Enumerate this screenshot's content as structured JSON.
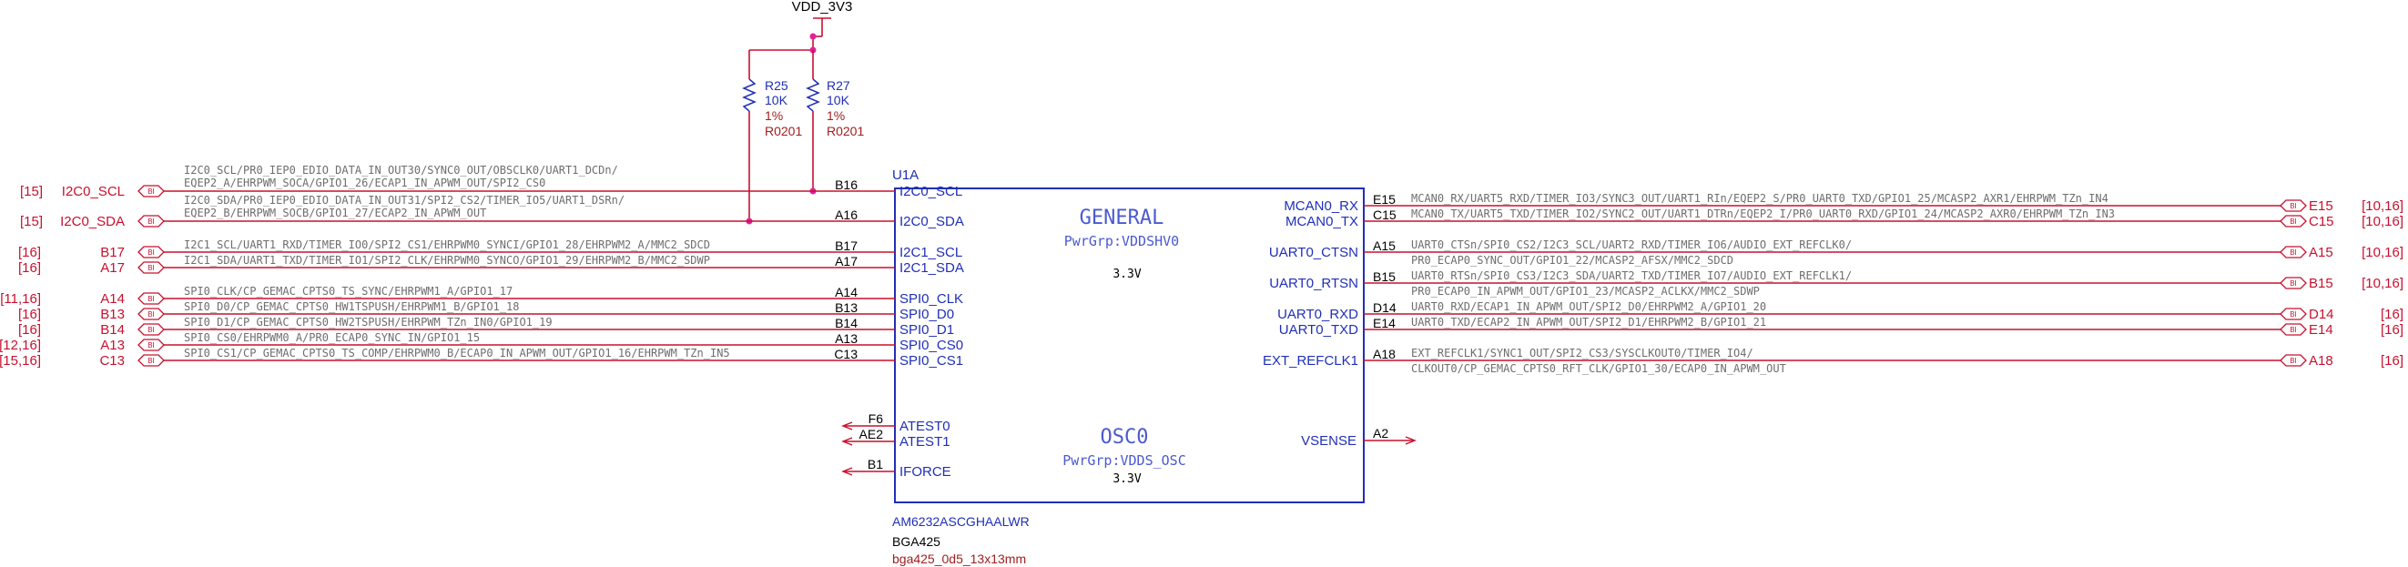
{
  "power": {
    "label": "VDD_3V3"
  },
  "resistors": [
    {
      "ref": "R25",
      "value": "10K",
      "tol": "1%",
      "pkg": "R0201"
    },
    {
      "ref": "R27",
      "value": "10K",
      "tol": "1%",
      "pkg": "R0201"
    }
  ],
  "part": {
    "ref": "U1A",
    "number": "AM6232ASCGHAALWR",
    "package": "BGA425",
    "footprint": "bga425_0d5_13x13mm",
    "block1": {
      "name": "GENERAL",
      "pwrgrp": "PwrGrp:VDDSHV0",
      "voltage": "3.3V"
    },
    "block2": {
      "name": "OSC0",
      "pwrgrp": "PwrGrp:VDDS_OSC",
      "voltage": "3.3V"
    }
  },
  "left_signals": [
    {
      "name": "I2C0_SCL",
      "ref": "[15]",
      "ball": "B16",
      "pin": "I2C0_SCL",
      "mux1": "I2C0_SCL/PR0_IEP0_EDIO_DATA_IN_OUT30/SYNC0_OUT/OBSCLK0/UART1_DCDn/",
      "mux2": "EQEP2_A/EHRPWM_SOCA/GPIO1_26/ECAP1_IN_APWM_OUT/SPI2_CS0"
    },
    {
      "name": "I2C0_SDA",
      "ref": "[15]",
      "ball": "A16",
      "pin": "I2C0_SDA",
      "mux1": "I2C0_SDA/PR0_IEP0_EDIO_DATA_IN_OUT31/SPI2_CS2/TIMER_IO5/UART1_DSRn/",
      "mux2": "EQEP2_B/EHRPWM_SOCB/GPIO1_27/ECAP2_IN_APWM_OUT"
    },
    {
      "name": "B17",
      "ref": "[16]",
      "ball": "B17",
      "pin": "I2C1_SCL",
      "mux1": "I2C1_SCL/UART1_RXD/TIMER_IO0/SPI2_CS1/EHRPWM0_SYNCI/GPIO1_28/EHRPWM2_A/MMC2_SDCD",
      "mux2": ""
    },
    {
      "name": "A17",
      "ref": "[16]",
      "ball": "A17",
      "pin": "I2C1_SDA",
      "mux1": "I2C1_SDA/UART1_TXD/TIMER_IO1/SPI2_CLK/EHRPWM0_SYNCO/GPIO1_29/EHRPWM2_B/MMC2_SDWP",
      "mux2": ""
    },
    {
      "name": "A14",
      "ref": "[11,16]",
      "ball": "A14",
      "pin": "SPI0_CLK",
      "mux1": "SPI0_CLK/CP_GEMAC_CPTS0_TS_SYNC/EHRPWM1_A/GPIO1_17",
      "mux2": ""
    },
    {
      "name": "B13",
      "ref": "[16]",
      "ball": "B13",
      "pin": "SPI0_D0",
      "mux1": "SPI0_D0/CP_GEMAC_CPTS0_HW1TSPUSH/EHRPWM1_B/GPIO1_18",
      "mux2": ""
    },
    {
      "name": "B14",
      "ref": "[16]",
      "ball": "B14",
      "pin": "SPI0_D1",
      "mux1": "SPI0_D1/CP_GEMAC_CPTS0_HW2TSPUSH/EHRPWM_TZn_IN0/GPIO1_19",
      "mux2": ""
    },
    {
      "name": "A13",
      "ref": "[12,16]",
      "ball": "A13",
      "pin": "SPI0_CS0",
      "mux1": "SPI0_CS0/EHRPWM0_A/PR0_ECAP0_SYNC_IN/GPIO1_15",
      "mux2": ""
    },
    {
      "name": "C13",
      "ref": "[15,16]",
      "ball": "C13",
      "pin": "SPI0_CS1",
      "mux1": "SPI0_CS1/CP_GEMAC_CPTS0_TS_COMP/EHRPWM0_B/ECAP0_IN_APWM_OUT/GPIO1_16/EHRPWM_TZn_IN5",
      "mux2": ""
    }
  ],
  "right_signals": [
    {
      "name": "E15",
      "ref": "[10,16]",
      "ball": "E15",
      "pin": "MCAN0_RX",
      "mux1": "MCAN0_RX/UART5_RXD/TIMER_IO3/SYNC3_OUT/UART1_RIn/EQEP2_S/PR0_UART0_TXD/GPIO1_25/MCASP2_AXR1/EHRPWM_TZn_IN4",
      "mux2": ""
    },
    {
      "name": "C15",
      "ref": "[10,16]",
      "ball": "C15",
      "pin": "MCAN0_TX",
      "mux1": "MCAN0_TX/UART5_TXD/TIMER_IO2/SYNC2_OUT/UART1_DTRn/EQEP2_I/PR0_UART0_RXD/GPIO1_24/MCASP2_AXR0/EHRPWM_TZn_IN3",
      "mux2": ""
    },
    {
      "name": "A15",
      "ref": "[10,16]",
      "ball": "A15",
      "pin": "UART0_CTSN",
      "mux1": "UART0_CTSn/SPI0_CS2/I2C3_SCL/UART2_RXD/TIMER_IO6/AUDIO_EXT_REFCLK0/",
      "mux2": "PR0_ECAP0_SYNC_OUT/GPIO1_22/MCASP2_AFSX/MMC2_SDCD"
    },
    {
      "name": "B15",
      "ref": "[10,16]",
      "ball": "B15",
      "pin": "UART0_RTSN",
      "mux1": "UART0_RTSn/SPI0_CS3/I2C3_SDA/UART2_TXD/TIMER_IO7/AUDIO_EXT_REFCLK1/",
      "mux2": "PR0_ECAP0_IN_APWM_OUT/GPIO1_23/MCASP2_ACLKX/MMC2_SDWP"
    },
    {
      "name": "D14",
      "ref": "[16]",
      "ball": "D14",
      "pin": "UART0_RXD",
      "mux1": "UART0_RXD/ECAP1_IN_APWM_OUT/SPI2_D0/EHRPWM2_A/GPIO1_20",
      "mux2": ""
    },
    {
      "name": "E14",
      "ref": "[16]",
      "ball": "E14",
      "pin": "UART0_TXD",
      "mux1": "UART0_TXD/ECAP2_IN_APWM_OUT/SPI2_D1/EHRPWM2_B/GPIO1_21",
      "mux2": ""
    },
    {
      "name": "A18",
      "ref": "[16]",
      "ball": "A18",
      "pin": "EXT_REFCLK1",
      "mux1": "EXT_REFCLK1/SYNC1_OUT/SPI2_CS3/SYSCLKOUT0/TIMER_IO4/",
      "mux2": "CLKOUT0/CP_GEMAC_CPTS0_RFT_CLK/GPIO1_30/ECAP0_IN_APWM_OUT"
    }
  ],
  "nc_left_pins": [
    {
      "ball": "F6",
      "pin": "ATEST0"
    },
    {
      "ball": "AE2",
      "pin": "ATEST1"
    },
    {
      "ball": "B1",
      "pin": "IFORCE"
    }
  ],
  "nc_right_pins": [
    {
      "ball": "A2",
      "pin": "VSENSE"
    }
  ],
  "port_tag": "BI",
  "colors": {
    "wire": "#c8102e",
    "pin_text": "#1f2fb8",
    "block_text": "#4a5ad0",
    "mux_text": "#6e6e6e",
    "junction": "#e0219a",
    "resistor": "#1f2fb8",
    "pkg": "#a02020"
  }
}
